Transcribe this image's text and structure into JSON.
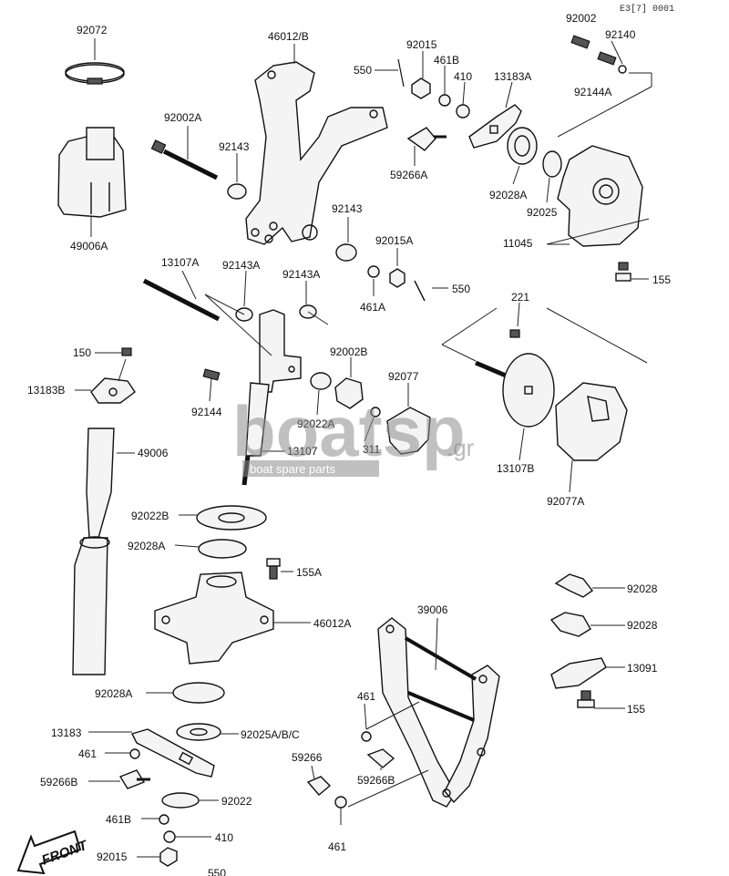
{
  "header": {
    "code": "E3[7] 0001"
  },
  "front_label": "FRONT",
  "watermark": {
    "brand": "boatsp",
    "tld": ".gr",
    "tagline": "boat spare parts"
  },
  "colors": {
    "line": "#111111",
    "watermark": "#8d8d8d",
    "background": "#ffffff"
  },
  "labels": [
    "92072",
    "46012/B",
    "92015",
    "461B",
    "550",
    "410",
    "13183A",
    "92002",
    "92140",
    "92144A",
    "92002A",
    "92143",
    "59266A",
    "92028A",
    "92025",
    "11045",
    "49006A",
    "92143",
    "92015A",
    "155",
    "13107A",
    "92143A",
    "92143A",
    "461A",
    "550",
    "221",
    "150",
    "92002B",
    "13183B",
    "92077",
    "92144",
    "92022A",
    "311",
    "13107",
    "13107B",
    "49006",
    "92077A",
    "92022B",
    "92028A",
    "155A",
    "92028",
    "46012A",
    "39006",
    "92028",
    "13091",
    "92028A",
    "461",
    "155",
    "13183",
    "92025A/B/C",
    "461",
    "59266",
    "59266B",
    "59266B",
    "92022",
    "461B",
    "410",
    "461",
    "92015",
    "550"
  ]
}
